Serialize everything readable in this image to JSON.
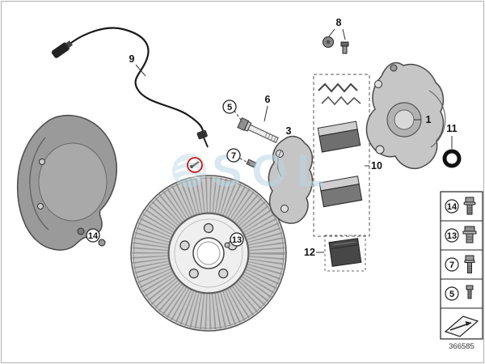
{
  "diagram": {
    "watermark": "SOL",
    "drawing_number": "366585"
  },
  "colors": {
    "highlight_red": "#d40000",
    "watermark_blue": "#b9d7e2"
  },
  "callouts": {
    "caliper": "1",
    "carrier": "3",
    "guide_bolt": "5",
    "guide_pin": "6",
    "carrier_bolt": "7",
    "cap_kit": "8",
    "wear_sensor": "9",
    "brake_pads": "10",
    "o_ring": "11",
    "grease_pack": "12",
    "set_screw": "13",
    "shield_bolt": "14"
  },
  "legend": {
    "rows": [
      {
        "num": "14",
        "icon": "flange-bolt-icon"
      },
      {
        "num": "13",
        "icon": "plug-screw-icon"
      },
      {
        "num": "7",
        "icon": "hex-bolt-icon"
      },
      {
        "num": "5",
        "icon": "small-bolt-icon"
      }
    ],
    "footer_icon": "direction-arrow-icon"
  }
}
